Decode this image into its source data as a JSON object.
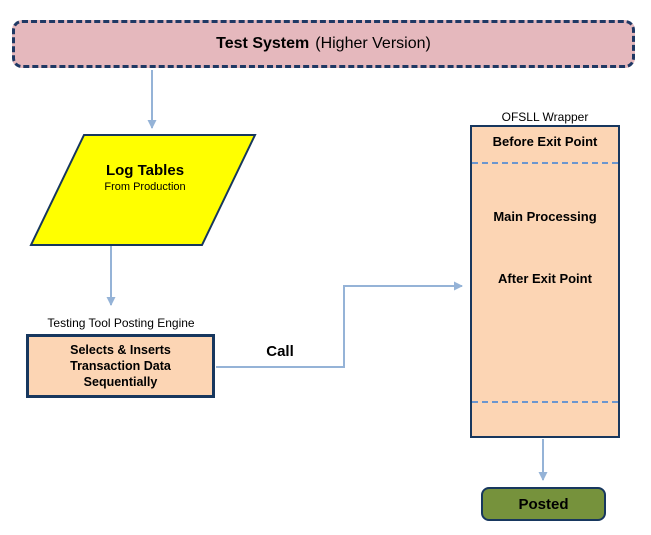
{
  "colors": {
    "test_system_fill": "#e5b8bd",
    "shape_border_navy": "#17375e",
    "connector_blue": "#95b3d7",
    "divider_dashed_blue": "#6b96cf",
    "log_tables_fill": "#ffff00",
    "process_fill": "#fcd5b4",
    "posted_fill": "#76923c"
  },
  "nodes": {
    "test_system": {
      "title": "Test System",
      "subtitle": "(Higher Version)"
    },
    "log_tables": {
      "title": "Log Tables",
      "subtitle": "From Production"
    },
    "posting_engine": {
      "caption": "Testing Tool Posting Engine",
      "lines": [
        "Selects & Inserts",
        "Transaction Data",
        "Sequentially"
      ]
    },
    "wrapper": {
      "caption": "OFSLL Wrapper",
      "before_exit": "Before Exit Point",
      "main_processing": "Main Processing",
      "after_exit": "After Exit Point"
    },
    "posted": {
      "label": "Posted"
    }
  },
  "edges": {
    "call_label": "Call"
  }
}
